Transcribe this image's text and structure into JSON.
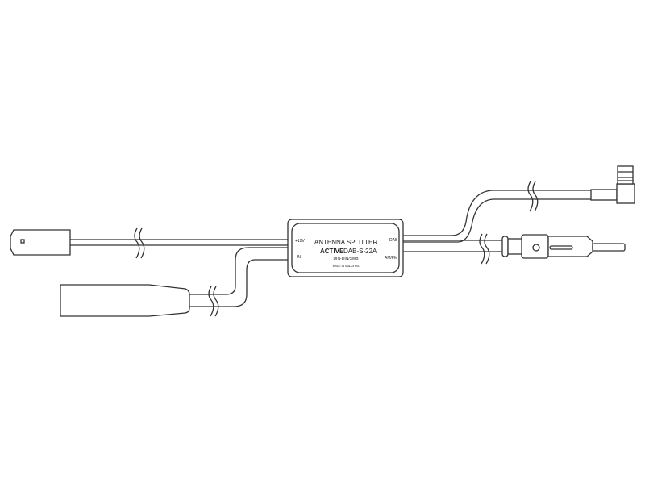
{
  "splitter": {
    "title": "ANTENNA SPLITTER",
    "model_bold": "ACTIVE",
    "model": "DAB-S-22A",
    "connectors": "DIN-DIN/SMB",
    "origin": "MADE IN MALAYSIA",
    "port_power": "+12V",
    "port_in": "IN",
    "port_dab": "DAB",
    "port_amfm": "AM/FM"
  }
}
